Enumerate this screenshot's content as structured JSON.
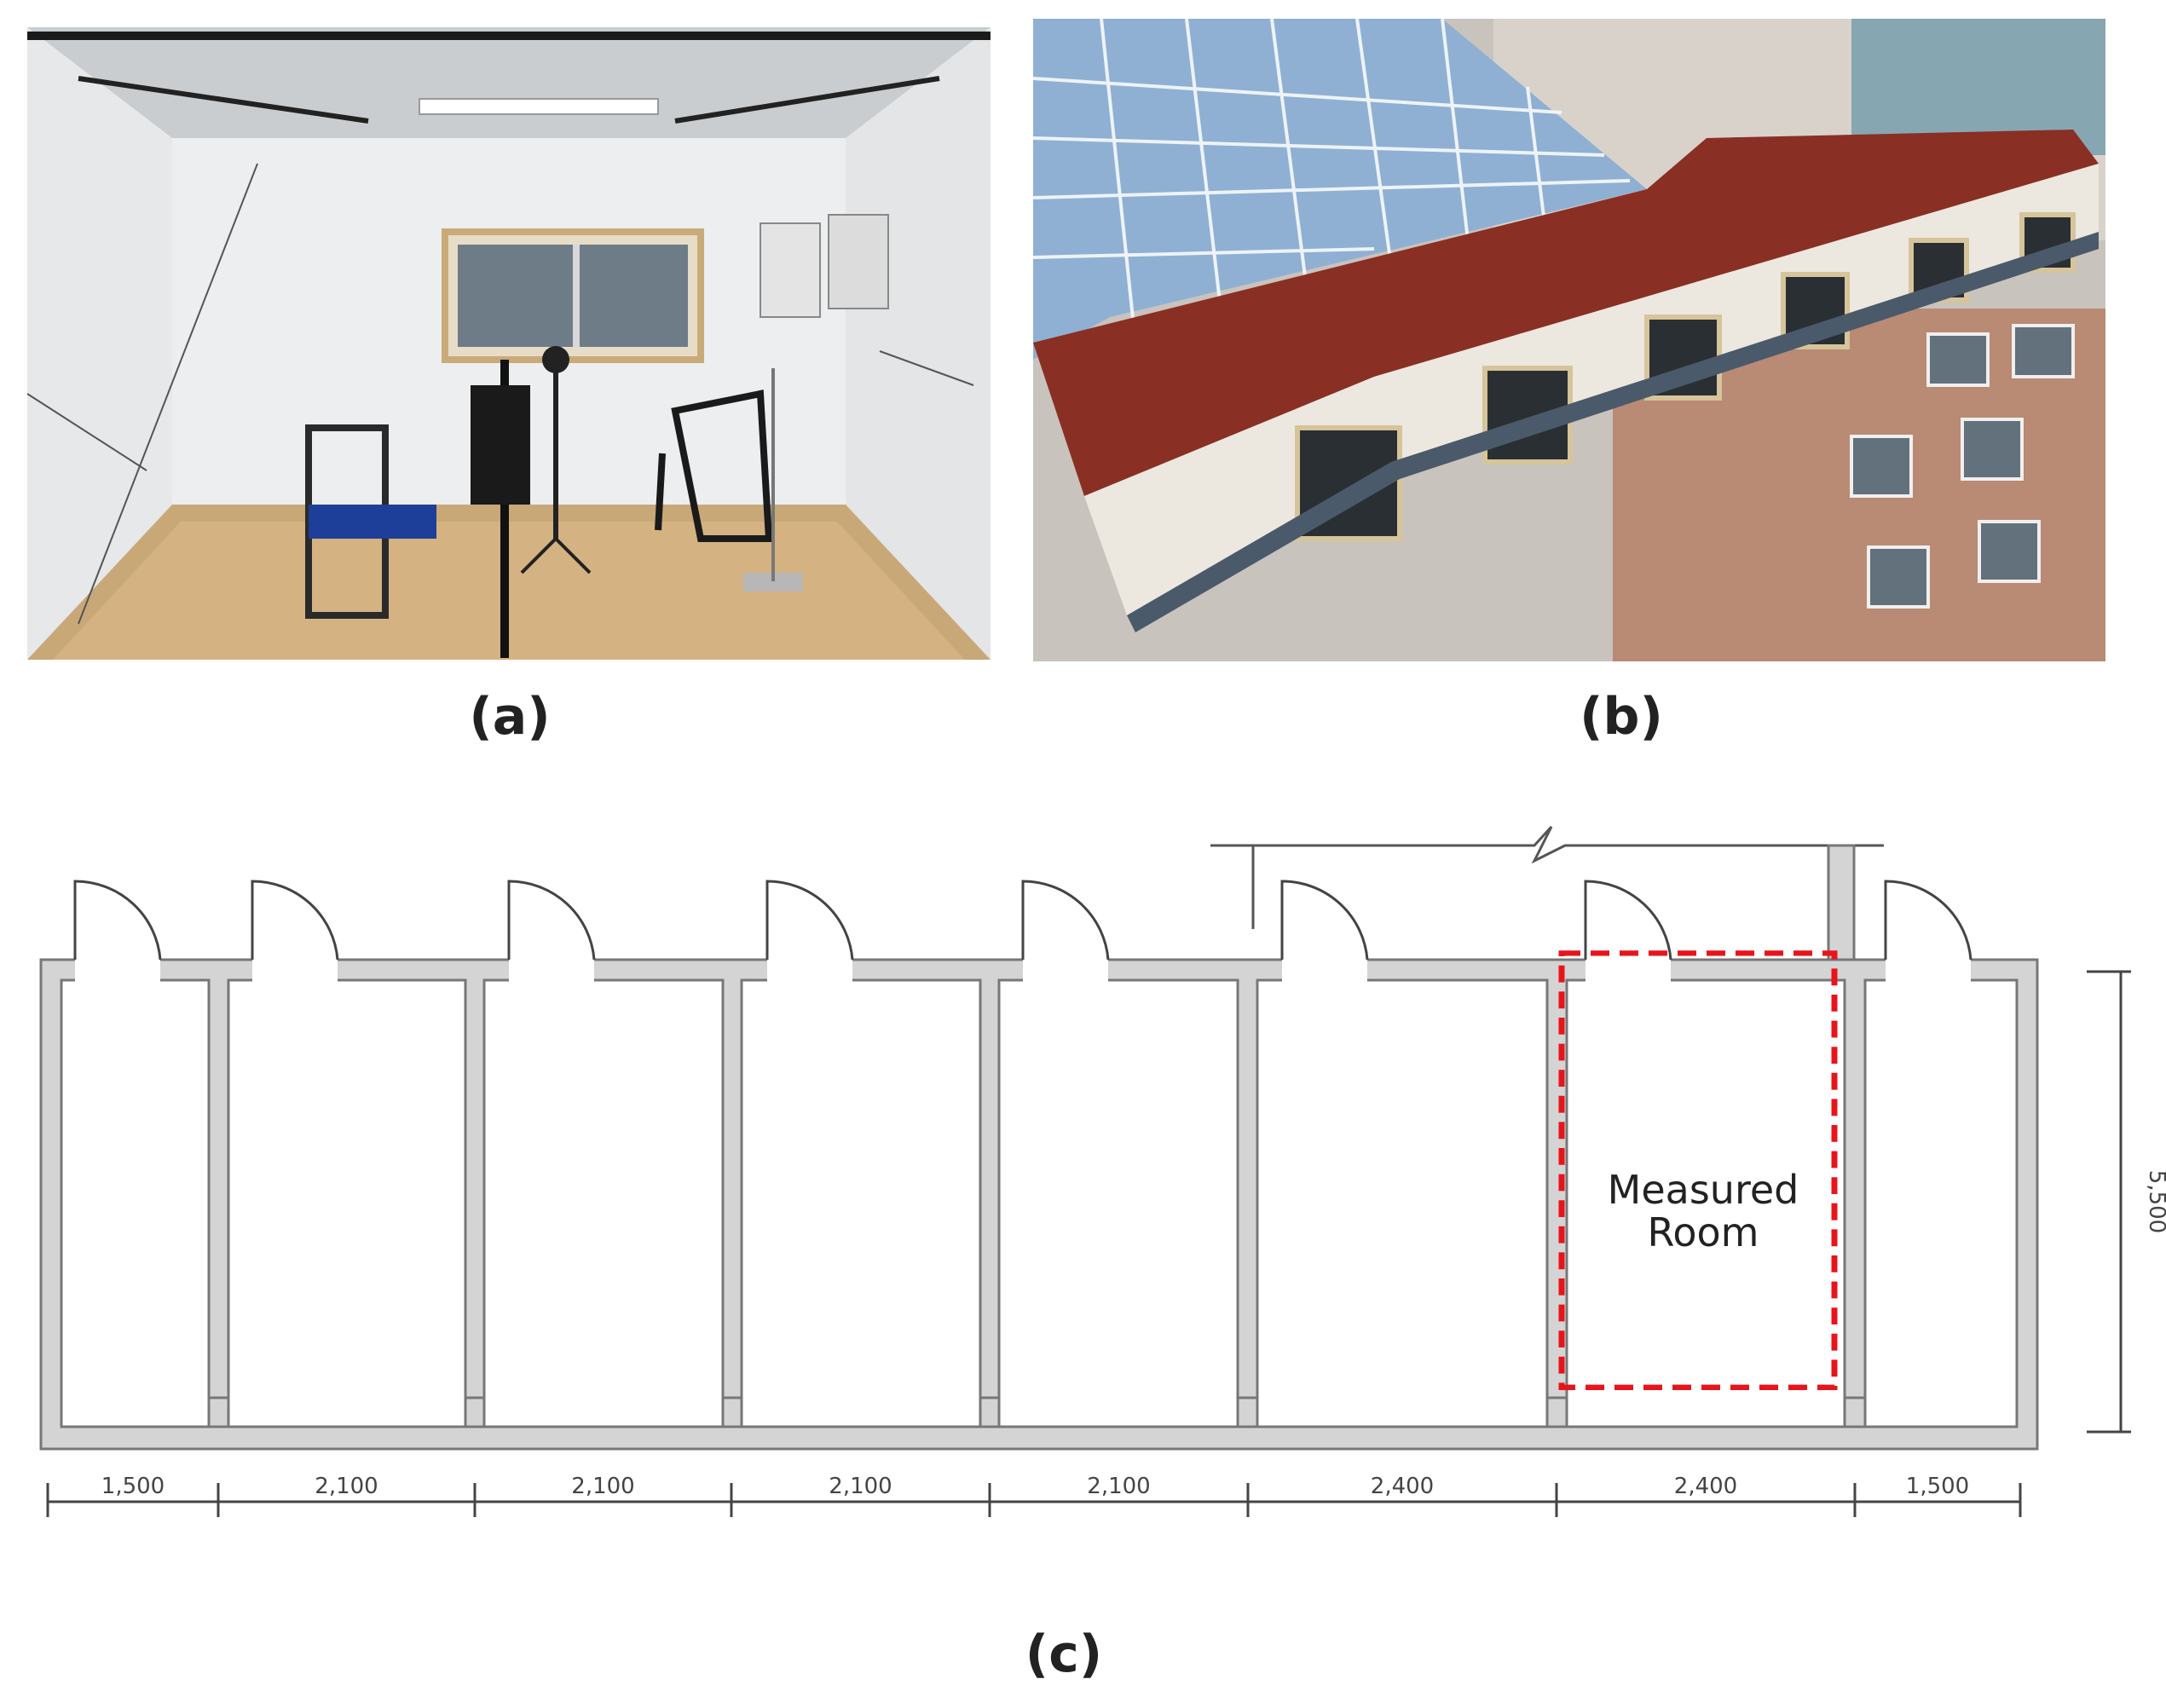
{
  "captions": {
    "a": "(a)",
    "b": "(b)",
    "c": "(c)"
  },
  "floor_plan": {
    "measured_room_label_line1": "Measured",
    "measured_room_label_line2": "Room",
    "height_dimension": "5,500",
    "width_dimensions": [
      "1,500",
      "2,100",
      "2,100",
      "2,100",
      "2,100",
      "2,400",
      "2,400",
      "1,500"
    ]
  },
  "colors": {
    "wall": "#d4d4d4",
    "wall_stroke": "#777777",
    "measured_outline": "#e8141b",
    "roof": "#8a2f24"
  }
}
